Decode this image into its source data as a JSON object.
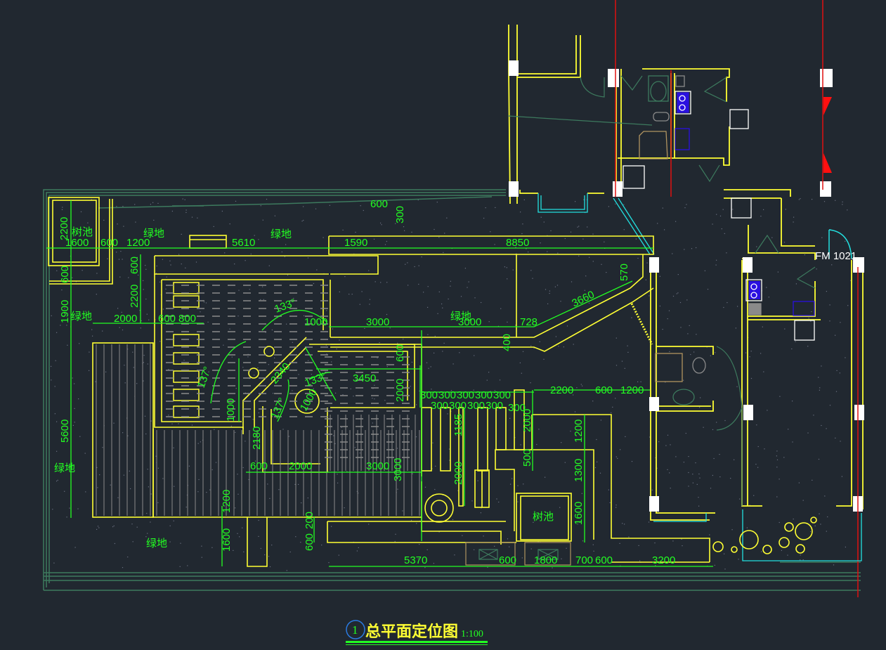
{
  "drawing": {
    "title": "总平面定位图",
    "scale": "1:100",
    "number": "1",
    "colors": {
      "background": "#212830",
      "wall": "#ffff33",
      "dimension": "#22ff22",
      "detail": "#3d7a5e",
      "hatch": "#8a8a8a",
      "column": "#ffffff",
      "axis": "#e01010",
      "glass": "#22e0e0",
      "appliance": "#2a10e0"
    }
  },
  "labels": {
    "green_area_1": "绿地",
    "green_area_2": "绿地",
    "green_area_3": "绿地",
    "green_area_4": "绿地",
    "green_area_5": "绿地",
    "green_area_6": "绿地",
    "tree_pit_1": "树池",
    "tree_pit_2": "树池",
    "door_tag": "FM 1021"
  },
  "dimensions": {
    "top_row": [
      "1600",
      "600",
      "1200",
      "5610",
      "1590",
      "8850"
    ],
    "tree_pit_height": "2200",
    "left_column": [
      "600",
      "1900",
      "5600"
    ],
    "pool_left": [
      "600",
      "2200"
    ],
    "row_2000": [
      "2000",
      "600",
      "800"
    ],
    "top_small": [
      "600",
      "300"
    ],
    "diagonal": [
      "3660",
      "570",
      "728",
      "400"
    ],
    "center": [
      "1000",
      "3000",
      "3000",
      "600",
      "3450",
      "2000",
      "2340",
      "1000",
      "1000"
    ],
    "angles": [
      "133°",
      "137°",
      "133°",
      "137°"
    ],
    "steps_top": [
      "300",
      "300",
      "300",
      "300",
      "300"
    ],
    "steps_bottom": [
      "300",
      "300",
      "300",
      "300"
    ],
    "steps_right": "300",
    "right_block": [
      "2200",
      "600",
      "1200",
      "2000",
      "500",
      "1200",
      "1300",
      "1600"
    ],
    "step_vertical": [
      "1185",
      "2000"
    ],
    "lower_left": [
      "2180",
      "600",
      "2000",
      "3000",
      "3000",
      "1200",
      "1600",
      "200",
      "600"
    ],
    "bottom_row": [
      "5370",
      "600",
      "1800",
      "700",
      "600",
      "3200"
    ]
  }
}
